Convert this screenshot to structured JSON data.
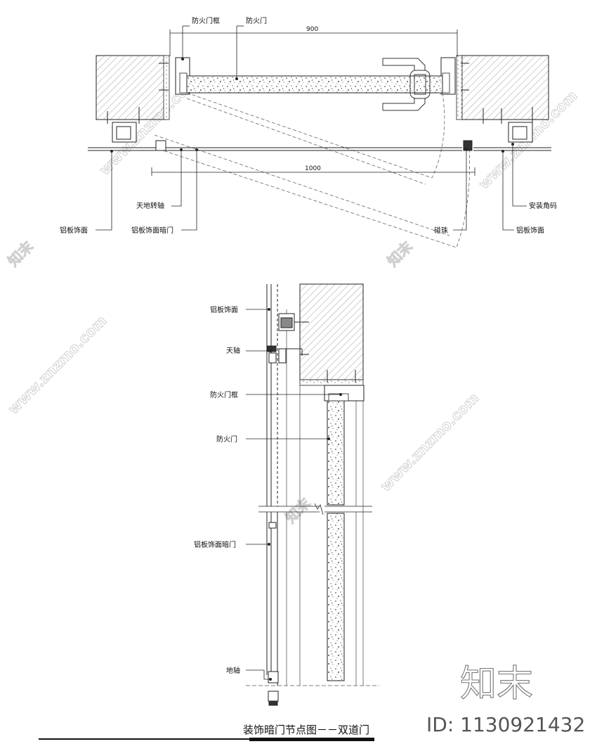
{
  "plan": {
    "labels": {
      "fire_door_frame": "防火门框",
      "fire_door": "防火门",
      "pivot": "天地转轴",
      "aluminum_panel_left": "铝板饰面",
      "hidden_door": "铝板饰面暗门",
      "angle_code": "安装角码",
      "aluminum_panel_right": "铝板饰面",
      "door_stop": "碰珠"
    },
    "dims": {
      "width_top": "900",
      "width_bottom": "1000"
    }
  },
  "section": {
    "labels": {
      "aluminum_panel": "铝板饰面",
      "top_pivot": "天轴",
      "fire_door_frame": "防火门框",
      "fire_door": "防火门",
      "hidden_door": "铝板饰面暗门",
      "bottom_pivot": "地轴"
    }
  },
  "drawing_title": "装饰暗门节点图－－双道门",
  "watermark": {
    "logo": "知末",
    "id": "ID: 1130921432",
    "site": "www.znzmo.com"
  }
}
